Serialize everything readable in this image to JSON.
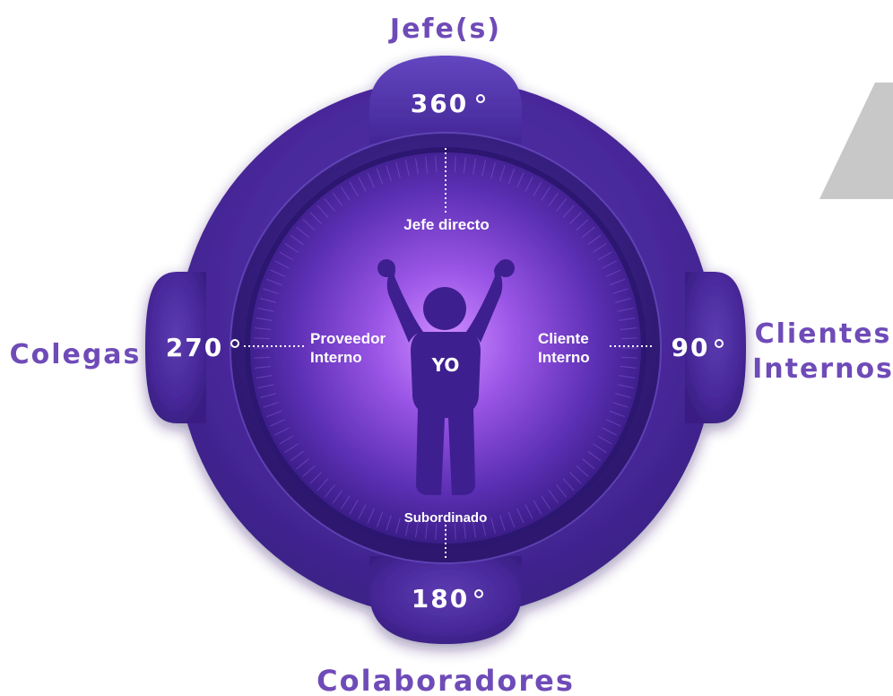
{
  "colors": {
    "outer_label": "#6f4bb8",
    "base_purple": "#4a2d9a",
    "dark_purple": "#34197a",
    "glow_purple": "#c98aff",
    "grey_shape": "#c8c8c8"
  },
  "labels": {
    "top_outer": "Jefe(s)",
    "bottom_outer": "Colaboradores",
    "left_outer": "Colegas",
    "right_outer_line1": "Clientes",
    "right_outer_line2": "Internos"
  },
  "degrees": {
    "top": "360",
    "right": "90",
    "bottom": "180",
    "left": "270"
  },
  "inner": {
    "top": "Jefe directo",
    "bottom": "Subordinado",
    "left_line1": "Proveedor",
    "left_line2": "Interno",
    "right_line1": "Cliente",
    "right_line2": "Interno",
    "center": "YO"
  }
}
